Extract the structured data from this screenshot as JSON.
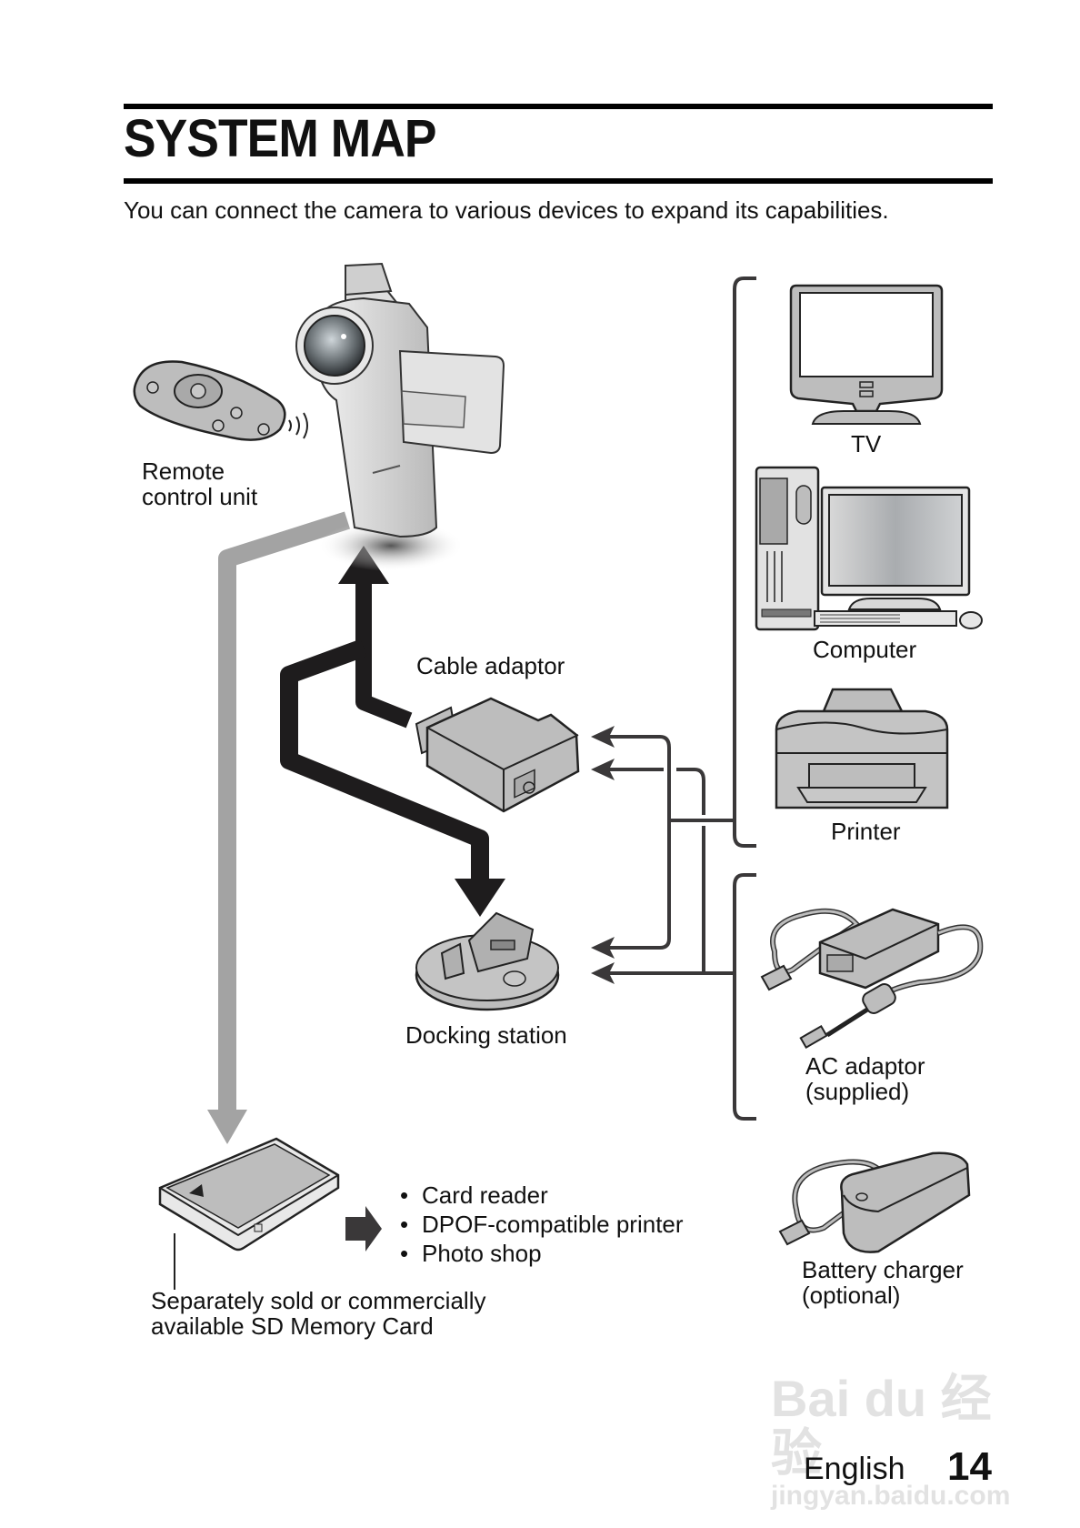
{
  "page": {
    "title": "SYSTEM MAP",
    "subtitle": "You can connect the camera to various devices to expand its capabilities."
  },
  "devices": {
    "camera": {
      "icon": "camcorder-icon"
    },
    "remote": {
      "label_line1": "Remote",
      "label_line2": "control unit",
      "icon": "remote-control-icon"
    },
    "cable_adaptor": {
      "label": "Cable adaptor",
      "icon": "cable-adaptor-icon"
    },
    "docking_station": {
      "label": "Docking station",
      "icon": "docking-station-icon"
    },
    "tv": {
      "label": "TV",
      "icon": "tv-icon"
    },
    "computer": {
      "label": "Computer",
      "icon": "computer-icon"
    },
    "printer": {
      "label": "Printer",
      "icon": "printer-icon"
    },
    "ac_adaptor": {
      "label_line1": "AC adaptor",
      "label_line2": "(supplied)",
      "icon": "ac-adaptor-icon"
    },
    "battery_charger": {
      "label_line1": "Battery charger",
      "label_line2": "(optional)",
      "icon": "battery-charger-icon"
    },
    "sd_card": {
      "label_line1": "Separately sold or commercially",
      "label_line2": "available SD Memory Card",
      "icon": "sd-card-icon"
    }
  },
  "sd_card_uses": [
    "Card reader",
    "DPOF-compatible printer",
    "Photo shop"
  ],
  "colors": {
    "text": "#111111",
    "black_arrow": "#1e1c1d",
    "gray_arrow": "#a3a3a3",
    "connector_line": "#3a3839",
    "device_fill": "#bdbdbd"
  },
  "footer": {
    "language": "English",
    "page_number": "14",
    "watermark_line1": "Bai du 经验",
    "watermark_line2": "jingyan.baidu.com"
  }
}
